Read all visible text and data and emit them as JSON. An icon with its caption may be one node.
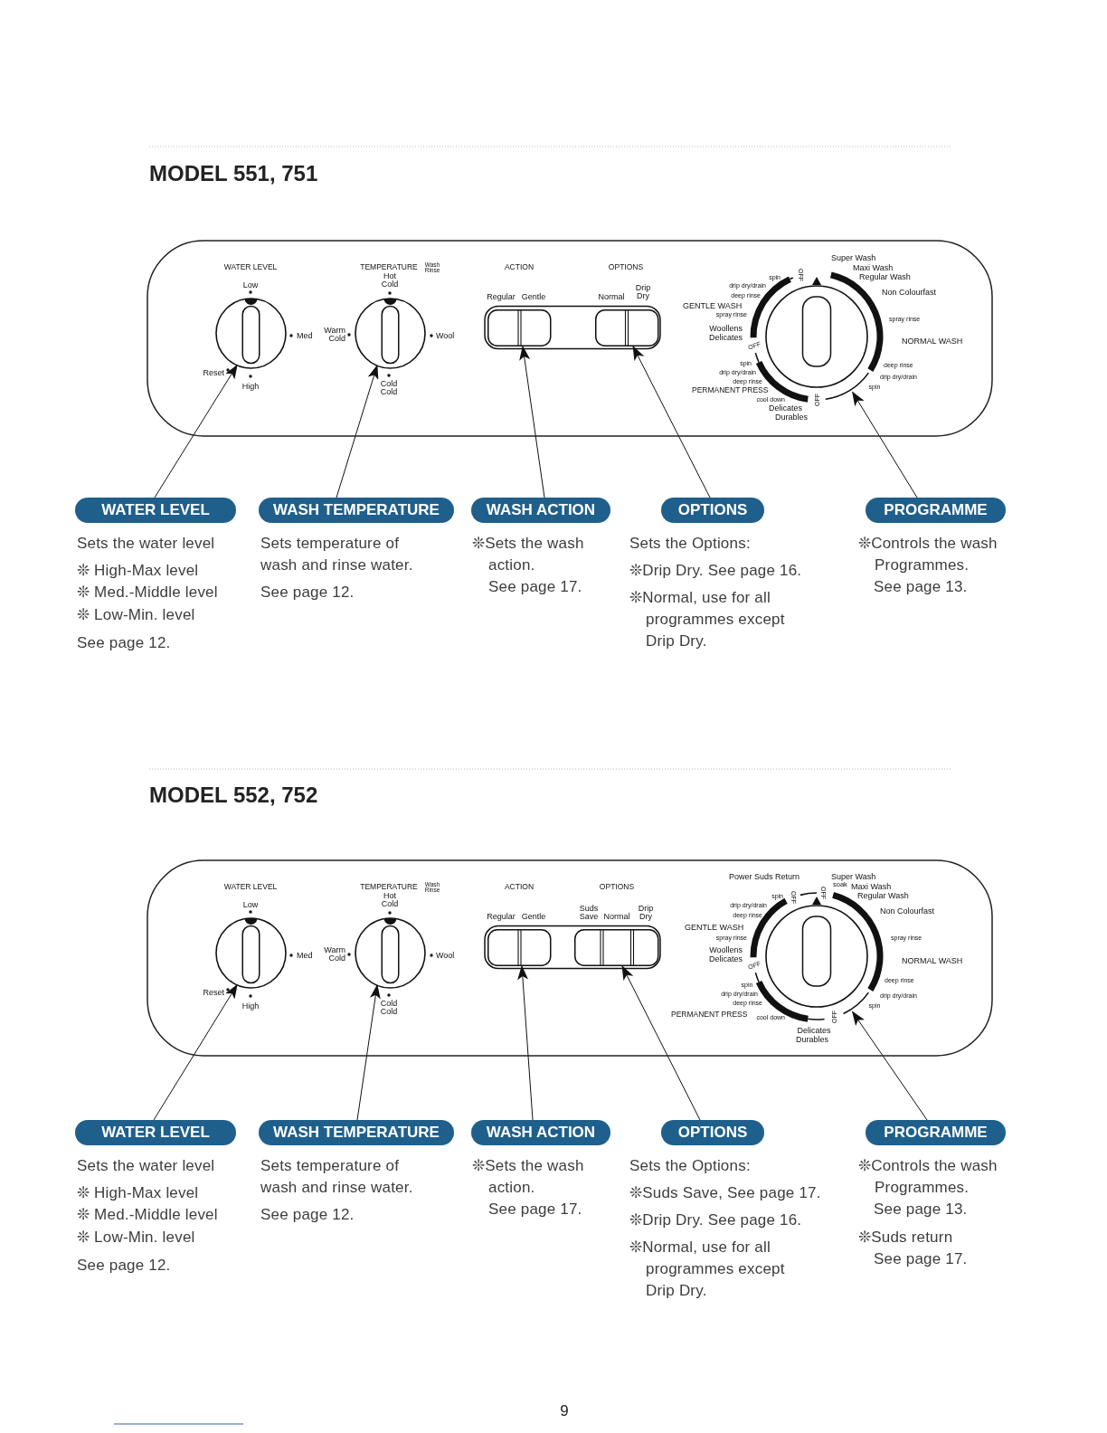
{
  "diagram": {
    "nodes": [
      {
        "text": [
          "WATER LEVEL",
          "Low",
          "Med",
          "Reset",
          "High",
          "TEMPERATURE",
          "Wash Rinse",
          "Hot Cold",
          "Warm Cold",
          "Wool",
          "Cold Cold",
          "ACTION",
          "Regular",
          "Gentle",
          "OPTIONS",
          "Normal",
          "Drip Dry",
          "Super Wash",
          "Maxi Wash",
          "OFF",
          "spin",
          "Regular Wash",
          "drip dry/drain",
          "Non Colourfast",
          "deep rinse",
          "GENTLE WASH",
          "spray rinse",
          "spray rinse",
          "Woollens",
          "Delicates",
          "NORMAL WASH",
          "OFF",
          "spin",
          "deep rinse",
          "drip dry/drain",
          "drip dry/drain",
          "deep rinse",
          "spin",
          "PERMANENT PRESS",
          "cool down",
          "OFF",
          "Delicates",
          "Durables"
        ]
      },
      {
        "text": [],
        "shape": "circle",
        "in": 0
      },
      {
        "text": [],
        "shape": "circle",
        "in": 0
      },
      {
        "text": [],
        "shape": "box",
        "in": 0
      },
      {
        "text": [],
        "shape": "box",
        "in": 0
      },
      {
        "text": [],
        "shape": "circle",
        "in": 0
      },
      {
        "text": [
          "WATER LEVEL"
        ],
        "beside": [
          "Sets the water level",
          "❊ High-Max level",
          "❊ Med.-Middle level",
          "❊ Low-Min. level",
          "See page 12."
        ]
      },
      {
        "text": [
          "WASH TEMPERATURE"
        ],
        "beside": [
          "Sets temperature of wash and rinse water.",
          "See page 12."
        ]
      },
      {
        "text": [
          "WASH ACTION"
        ],
        "beside": [
          "❊Sets the wash action.",
          "See page 17."
        ]
      },
      {
        "text": [
          "OPTIONS"
        ],
        "beside": [
          "Sets the Options:",
          "❊Drip Dry. See page 16.",
          "❊Normal, use for all programmes except Drip Dry."
        ]
      },
      {
        "text": [
          "PROGRAMME"
        ],
        "beside": [
          "❊Controls the wash Programmes.",
          "See page 13."
        ]
      },
      {
        "text": [
          "WATER LEVEL",
          "Low",
          "Med",
          "Reset",
          "High",
          "TEMPERATURE",
          "Wash Rinse",
          "Hot Cold",
          "Warm Cold",
          "Wool",
          "Cold Cold",
          "ACTION",
          "Regular",
          "Gentle",
          "OPTIONS",
          "Suds Save",
          "Normal",
          "Drip Dry",
          "Power Suds Return",
          "Super Wash",
          "soak",
          "Maxi Wash",
          "OFF",
          "spin",
          "Regular Wash",
          "OFF",
          "drip dry/drain",
          "Non Colourfast",
          "deep rinse",
          "GENTLE WASH",
          "spray rinse",
          "spray rinse",
          "Woollens",
          "Delicates",
          "NORMAL WASH",
          "OFF",
          "deep rinse",
          "spin",
          "drip dry/drain",
          "drip dry/drain",
          "deep rinse",
          "spin",
          "PERMANENT PRESS",
          "cool down",
          "OFF",
          "Delicates",
          "Durables"
        ]
      },
      {
        "text": [],
        "shape": "circle",
        "in": 11
      },
      {
        "text": [],
        "shape": "circle",
        "in": 11
      },
      {
        "text": [],
        "shape": "box",
        "in": 11
      },
      {
        "text": [],
        "shape": "box",
        "in": 11
      },
      {
        "text": [],
        "shape": "circle",
        "in": 11
      },
      {
        "text": [
          "WATER LEVEL"
        ],
        "beside": [
          "Sets the water level",
          "❊ High-Max level",
          "❊ Med.-Middle level",
          "❊ Low-Min. level",
          "See page 12."
        ]
      },
      {
        "text": [
          "WASH TEMPERATURE"
        ],
        "beside": [
          "Sets temperature of wash and rinse water.",
          "See page 12."
        ]
      },
      {
        "text": [
          "WASH ACTION"
        ],
        "beside": [
          "❊Sets the wash action.",
          "See page 17."
        ]
      },
      {
        "text": [
          "OPTIONS"
        ],
        "beside": [
          "Sets the Options:",
          "❊Suds Save, See page 17.",
          "❊Drip Dry. See page 16.",
          "❊Normal, use for all programmes except Drip Dry."
        ]
      },
      {
        "text": [
          "PROGRAMME"
        ],
        "beside": [
          "❊Controls the wash Programmes.",
          "See page 13.",
          "❊Suds return",
          "See page 17."
        ]
      }
    ],
    "edges": [
      {
        "from": 6,
        "to": 1,
        "arrow": "to"
      },
      {
        "from": 7,
        "to": 2,
        "arrow": "to"
      },
      {
        "from": 8,
        "to": 3,
        "arrow": "to"
      },
      {
        "from": 9,
        "to": 4,
        "arrow": "to"
      },
      {
        "from": 10,
        "to": 5,
        "arrow": "to"
      },
      {
        "from": 17,
        "to": 12,
        "arrow": "to"
      },
      {
        "from": 18,
        "to": 13,
        "arrow": "to"
      },
      {
        "from": 19,
        "to": 14,
        "arrow": "to"
      },
      {
        "from": 20,
        "to": 15,
        "arrow": "to"
      },
      {
        "from": 21,
        "to": 16,
        "arrow": "to"
      }
    ],
    "labels": [
      "MODEL 551, 751",
      "MODEL 552, 752",
      "9"
    ]
  }
}
